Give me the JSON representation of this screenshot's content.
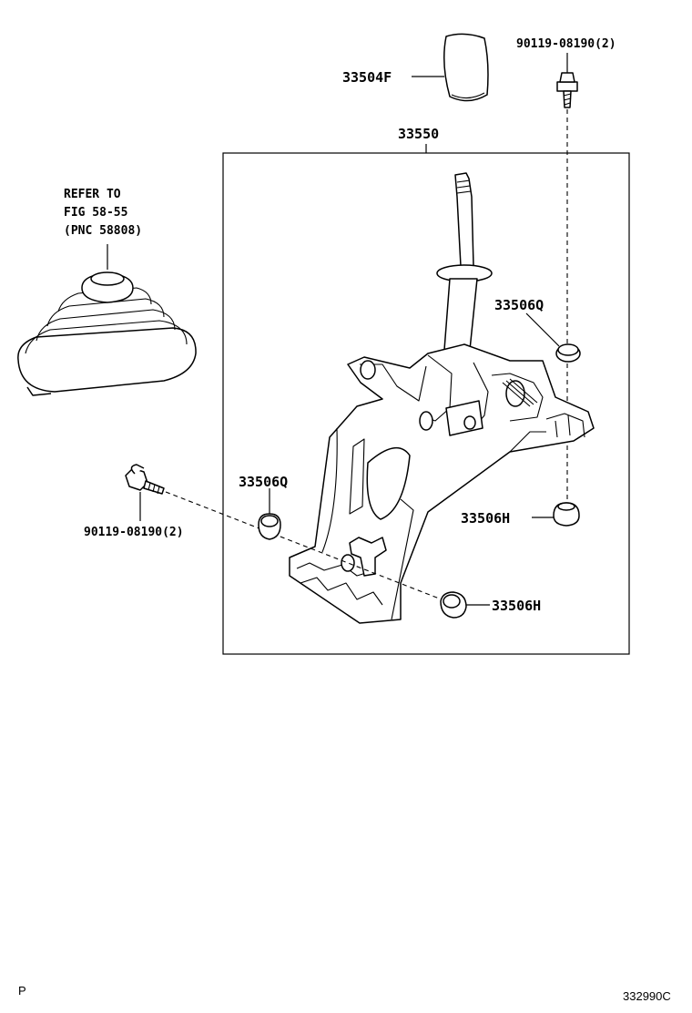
{
  "labels": {
    "knob": "33504F",
    "assembly": "33550",
    "bolt_top": "90119-08190(2)",
    "bolt_left": "90119-08190(2)",
    "bushing_right": "33506Q",
    "bushing_left": "33506Q",
    "grommet_right": "33506H",
    "grommet_bottom": "33506H"
  },
  "refer_note": {
    "line1": "REFER TO",
    "line2": "FIG 58-55",
    "line3": "(PNC 58808)"
  },
  "corner": {
    "bottom_left": "P",
    "bottom_right": "332990C"
  }
}
